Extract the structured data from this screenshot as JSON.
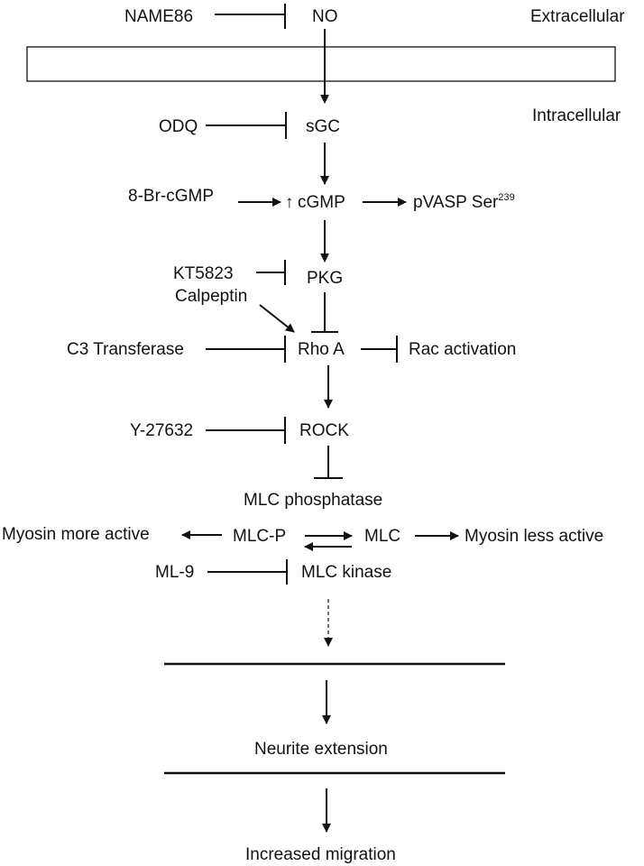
{
  "regions": {
    "extracellular": "Extracellular",
    "intracellular": "Intracellular"
  },
  "nodes": {
    "name86": "NAME86",
    "no": "NO",
    "odq": "ODQ",
    "sgc": "sGC",
    "br_cgmp": "8-Br-cGMP",
    "up_arrow": "↑",
    "cgmp": "cGMP",
    "pvasp": "pVASP Ser",
    "pvasp_sup": "239",
    "kt5823": "KT5823",
    "pkg": "PKG",
    "calpeptin": "Calpeptin",
    "c3": "C3 Transferase",
    "rhoa": "Rho A",
    "rac": "Rac activation",
    "y27632": "Y-27632",
    "rock": "ROCK",
    "mlc_phosphatase": "MLC phosphatase",
    "myosin_more": "Myosin more active",
    "mlc_p": "MLC-P",
    "mlc": "MLC",
    "myosin_less": "Myosin less active",
    "ml9": "ML-9",
    "mlc_kinase": "MLC kinase",
    "neurite": "Neurite extension",
    "migration": "Increased migration"
  },
  "colors": {
    "ink": "#111111",
    "background": "#ffffff"
  }
}
